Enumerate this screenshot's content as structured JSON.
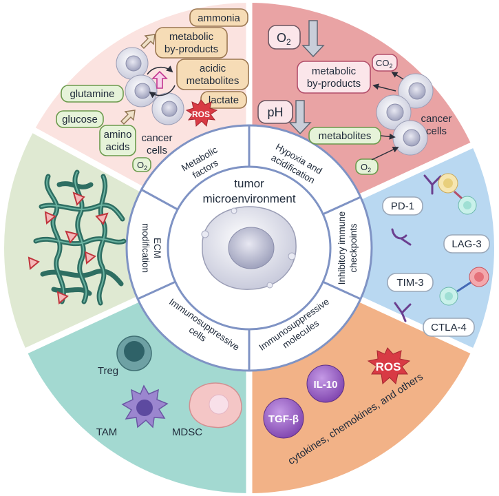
{
  "center": {
    "line1": "tumor",
    "line2": "microenvironment"
  },
  "ring": {
    "metabolic": [
      "Metabolic",
      "factors"
    ],
    "hypoxia": [
      "Hypoxia and",
      "acidification"
    ],
    "checkpoints": [
      "Inhibitory immune",
      "checkpoints"
    ],
    "molecules": [
      "Immunosuppressive",
      "molecules"
    ],
    "cells": [
      "Immunosuppressive",
      "cells"
    ],
    "ecm": [
      "ECM",
      "modification"
    ]
  },
  "metabolic_panel": {
    "ammonia": "ammonia",
    "byproducts": [
      "metabolic",
      "by-products"
    ],
    "acidic": [
      "acidic",
      "metabolites"
    ],
    "lactate": "lactate",
    "ros": "ROS",
    "glutamine": "glutamine",
    "glucose": "glucose",
    "amino": [
      "amino",
      "acids"
    ],
    "cancer_cells": [
      "cancer",
      "cells"
    ],
    "o2": "O",
    "o2_sub": "2"
  },
  "hypoxia_panel": {
    "o2": "O",
    "o2_sub": "2",
    "byproducts": [
      "metabolic",
      "by-products"
    ],
    "co2": "CO",
    "co2_sub": "2",
    "ph": "pH",
    "metabolites": "metabolites",
    "cancer_cells": [
      "cancer",
      "cells"
    ],
    "o2_small": "O",
    "o2_small_sub": "2"
  },
  "checkpoint_panel": {
    "pd1": "PD-1",
    "lag3": "LAG-3",
    "tim3": "TIM-3",
    "ctla4": "CTLA-4"
  },
  "molecules_panel": {
    "ros": "ROS",
    "il10": "IL-10",
    "tgfb": "TGF-β",
    "caption": "cytokines, chemokines, and others"
  },
  "cells_panel": {
    "treg": "Treg",
    "tam": "TAM",
    "mdsc": "MDSC"
  },
  "colors": {
    "metabolic_bg": "#fbe3e0",
    "hypoxia_bg": "#e9a3a4",
    "checkpoint_bg": "#b9d8f1",
    "molecules_bg": "#f2b287",
    "cells_bg": "#a3d9d1",
    "ecm_bg": "#dfe9d2",
    "ring_stroke": "#7f93c4",
    "box_green": "#e6f3d9",
    "box_tan": "#f6dcb6",
    "box_pink": "#fbe6ea",
    "ros_red": "#d83a44",
    "purple": "#9b62c6"
  }
}
